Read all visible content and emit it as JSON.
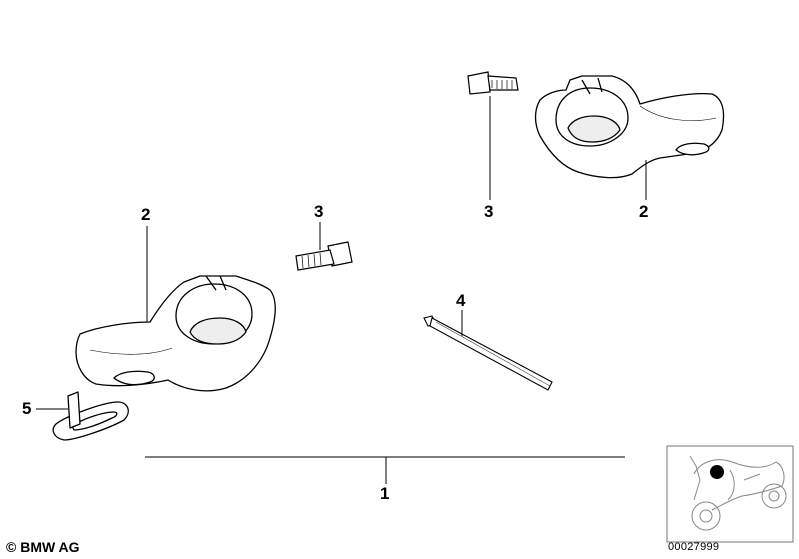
{
  "callouts": {
    "assembly": "1",
    "bracket_left": "2",
    "bracket_right": "2",
    "screw_left": "3",
    "screw_right": "3",
    "cable_tie": "4",
    "clip": "5"
  },
  "footer": {
    "copyright": "© BMW AG",
    "image_number": "00027999"
  },
  "icons": {
    "thumbnail": "motorcycle-thumbnail-icon"
  }
}
